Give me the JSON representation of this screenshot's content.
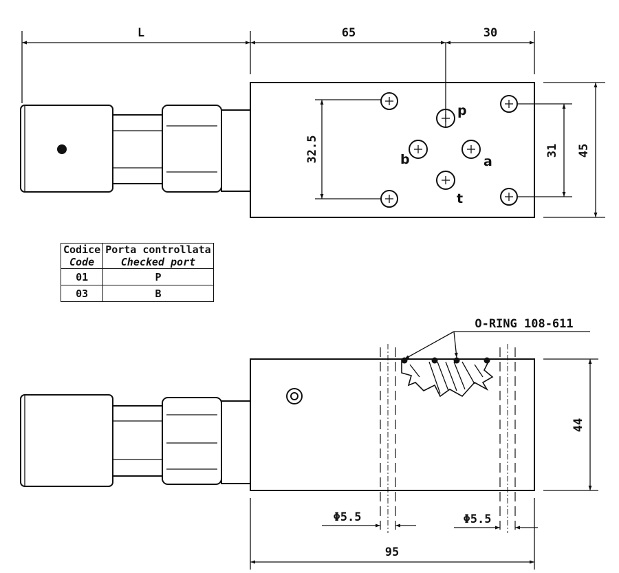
{
  "top_view": {
    "dims": {
      "L": "L",
      "d65": "65",
      "d30": "30",
      "d45": "45",
      "d31": "31",
      "d32_5": "32.5"
    },
    "ports": {
      "p": "p",
      "a": "a",
      "b": "b",
      "t": "t"
    }
  },
  "table": {
    "header": {
      "code_it": "Codice",
      "code_en": "Code",
      "port_it": "Porta controllata",
      "port_en": "Checked port"
    },
    "rows": [
      {
        "code": "01",
        "port": "P"
      },
      {
        "code": "03",
        "port": "B"
      }
    ]
  },
  "side_view": {
    "oring_label": "O-RING 108-611",
    "dims": {
      "d44": "44",
      "d95": "95",
      "hole_left": "Φ5.5",
      "hole_right": "Φ5.5"
    }
  }
}
